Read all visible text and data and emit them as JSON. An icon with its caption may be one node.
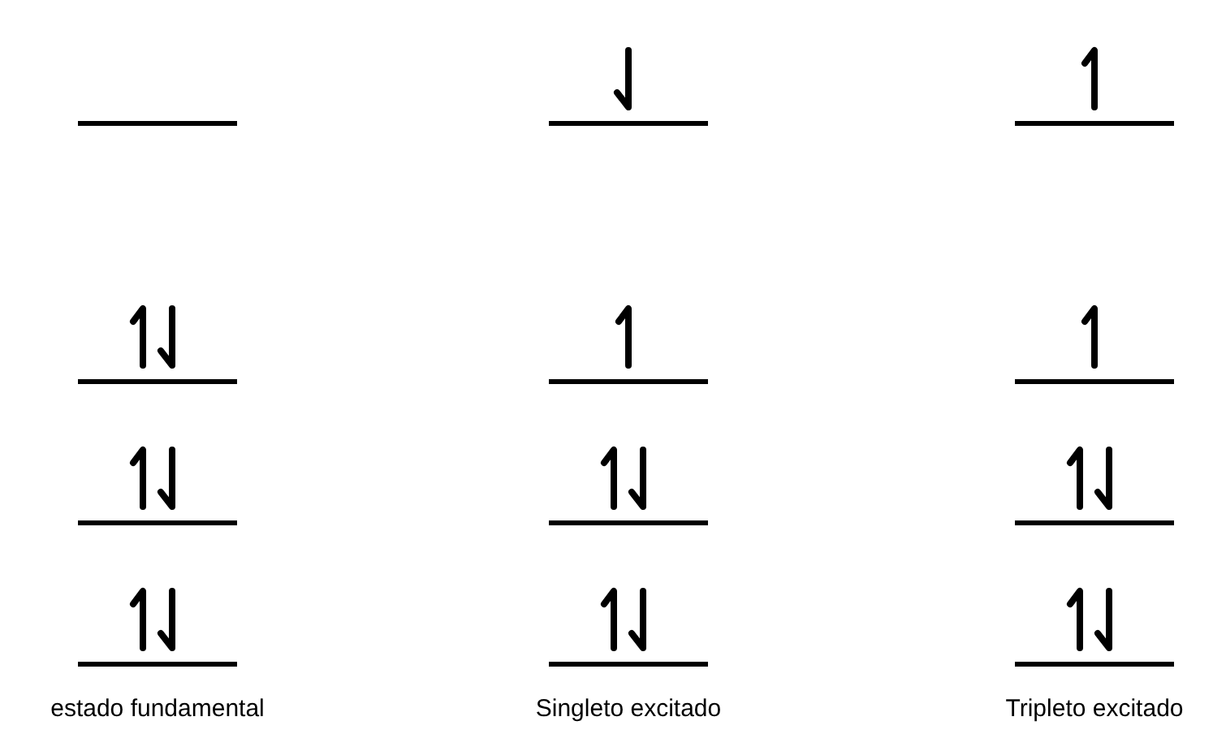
{
  "diagram": {
    "labels": [
      "estado fundamental",
      "Singleto excitado",
      "Tripleto excitado"
    ]
  }
}
